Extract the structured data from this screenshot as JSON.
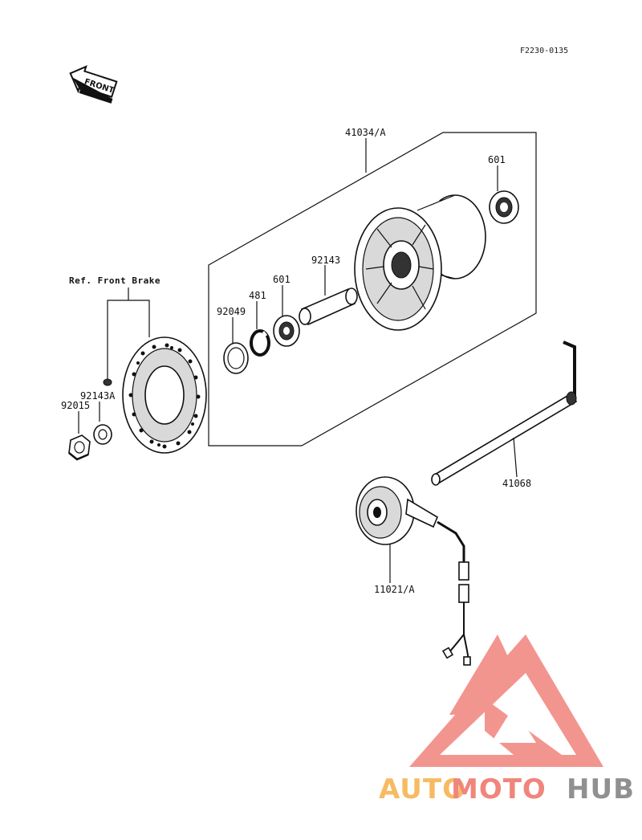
{
  "diagram": {
    "figure_code": "F2230-0135",
    "front_arrow_label": "FRONT",
    "reference_label": "Ref. Front Brake",
    "parts": [
      {
        "id": "hub",
        "label": "41034/A"
      },
      {
        "id": "bearing-right",
        "label": "601"
      },
      {
        "id": "collar-spacer",
        "label": "92143"
      },
      {
        "id": "bearing-left",
        "label": "601"
      },
      {
        "id": "circlip",
        "label": "481"
      },
      {
        "id": "oil-seal",
        "label": "92049"
      },
      {
        "id": "collar-small",
        "label": "92143A"
      },
      {
        "id": "axle-nut",
        "label": "92015"
      },
      {
        "id": "axle",
        "label": "41068"
      },
      {
        "id": "speed-sensor",
        "label": "11021/A"
      }
    ]
  },
  "watermark": {
    "brand_part1": "AUTO",
    "brand_part2": "MOTO",
    "brand_part3": "HUB",
    "colors": {
      "orange": "#f6b85a",
      "red": "#f07f76",
      "gray": "#8b8b8b"
    }
  }
}
